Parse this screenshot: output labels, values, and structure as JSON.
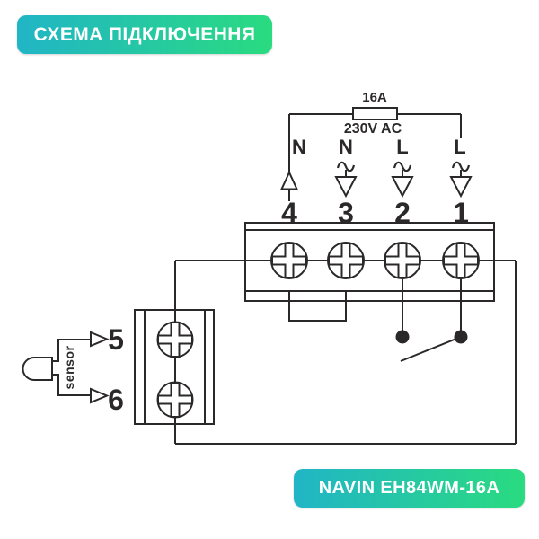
{
  "header_badge": {
    "text": "СХЕМА ПІДКЛЮЧЕННЯ"
  },
  "footer_badge": {
    "text": "NAVIN EH84WM-16A"
  },
  "colors": {
    "badge_gradient_start": "#21b5c6",
    "badge_gradient_end": "#2adb80",
    "line": "#2b2829",
    "background": "#ffffff"
  },
  "diagram": {
    "fuse_rating": "16A",
    "supply_voltage": "230V AC",
    "terminals": [
      {
        "number": "4",
        "wire": "N"
      },
      {
        "number": "3",
        "wire": "N"
      },
      {
        "number": "2",
        "wire": "L"
      },
      {
        "number": "1",
        "wire": "L"
      }
    ],
    "sensor_terminals": [
      {
        "number": "5"
      },
      {
        "number": "6"
      }
    ],
    "sensor_label": "sensor"
  }
}
